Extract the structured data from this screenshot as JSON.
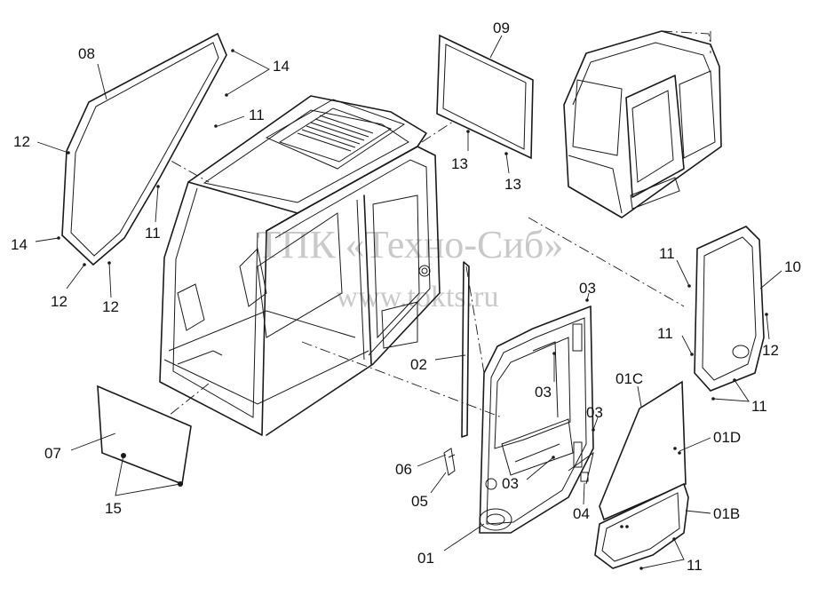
{
  "watermark": {
    "line1": "ТПК «Техно-Сиб»",
    "line2": "www.tokts.ru"
  },
  "labels": [
    {
      "id": "08",
      "text": "08"
    },
    {
      "id": "14a",
      "text": "14"
    },
    {
      "id": "11a",
      "text": "11"
    },
    {
      "id": "12a",
      "text": "12"
    },
    {
      "id": "11b",
      "text": "11"
    },
    {
      "id": "14b",
      "text": "14"
    },
    {
      "id": "12b",
      "text": "12"
    },
    {
      "id": "12c",
      "text": "12"
    },
    {
      "id": "09",
      "text": "09"
    },
    {
      "id": "13a",
      "text": "13"
    },
    {
      "id": "13b",
      "text": "13"
    },
    {
      "id": "11c",
      "text": "11"
    },
    {
      "id": "10",
      "text": "10"
    },
    {
      "id": "11d",
      "text": "11"
    },
    {
      "id": "12d",
      "text": "12"
    },
    {
      "id": "11e",
      "text": "11"
    },
    {
      "id": "03a",
      "text": "03"
    },
    {
      "id": "02",
      "text": "02"
    },
    {
      "id": "03b",
      "text": "03"
    },
    {
      "id": "01C",
      "text": "01C"
    },
    {
      "id": "03c",
      "text": "03"
    },
    {
      "id": "01D",
      "text": "01D"
    },
    {
      "id": "07",
      "text": "07"
    },
    {
      "id": "06",
      "text": "06"
    },
    {
      "id": "03d",
      "text": "03"
    },
    {
      "id": "05",
      "text": "05"
    },
    {
      "id": "04",
      "text": "04"
    },
    {
      "id": "01B",
      "text": "01B"
    },
    {
      "id": "15",
      "text": "15"
    },
    {
      "id": "01",
      "text": "01"
    },
    {
      "id": "11f",
      "text": "11"
    }
  ]
}
